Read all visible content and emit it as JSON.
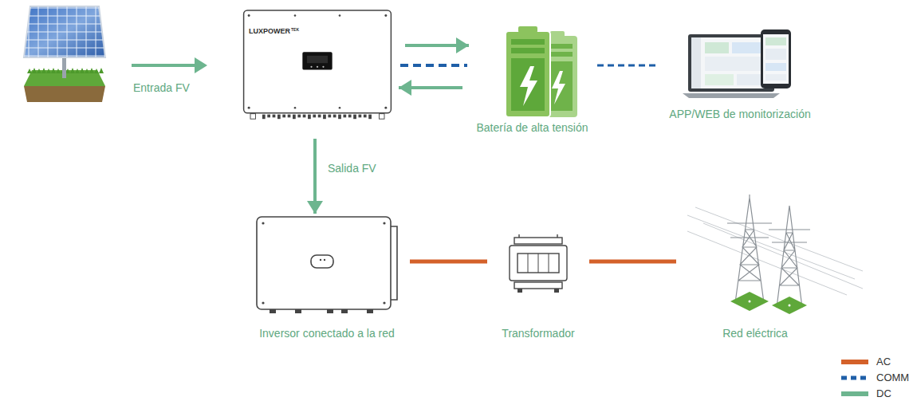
{
  "diagram": {
    "nodes": [
      {
        "text": [
          "LUXPOWER",
          "TEK"
        ]
      },
      {
        "text": [
          "Batería de alta tensión"
        ]
      },
      {
        "text": [
          "APP/WEB de monitorización"
        ]
      },
      {
        "text": [
          "Inversor conectado a la red"
        ]
      },
      {
        "text": [
          "Transformador"
        ]
      },
      {
        "text": [
          "Red eléctrica"
        ]
      }
    ],
    "edges": [
      {
        "from": 0,
        "to": 1,
        "arrow": "to"
      },
      {
        "from": 1,
        "to": 0,
        "arrow": "to"
      },
      {
        "from": 0,
        "to": 1,
        "arrow": "none"
      },
      {
        "from": 1,
        "to": 2,
        "arrow": "none"
      },
      {
        "from": 0,
        "to": 3,
        "label": "Salida FV",
        "arrow": "to"
      },
      {
        "from": 3,
        "to": 4,
        "arrow": "none"
      },
      {
        "from": 4,
        "to": 5,
        "arrow": "none"
      }
    ],
    "labels": [
      "Entrada FV"
    ],
    "legend": [
      {
        "text": "AC",
        "color": "#d4612a"
      },
      {
        "text": "COMM"
      },
      {
        "text": "DC",
        "color": "#6db58f"
      }
    ]
  }
}
